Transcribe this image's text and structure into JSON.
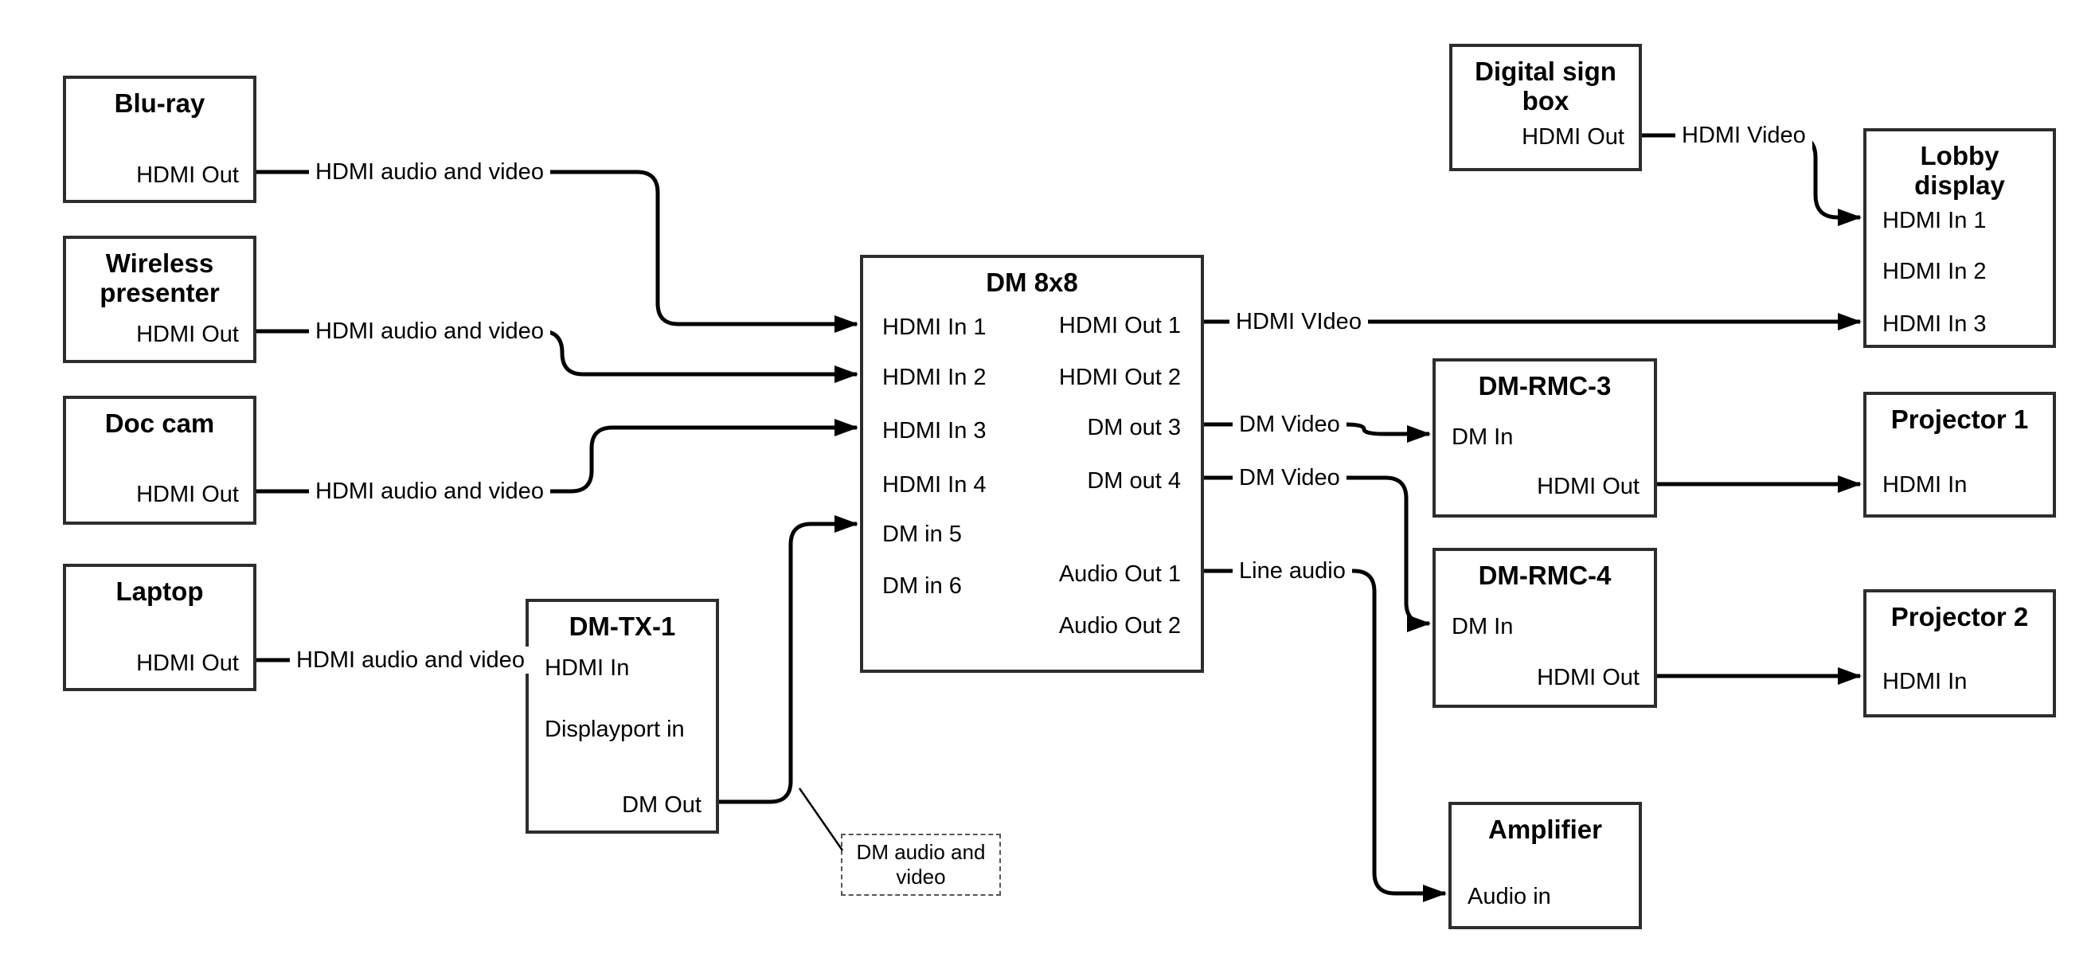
{
  "colors": {
    "box_border": "#2d2d2d",
    "wire": "#000000",
    "background": "#ffffff",
    "text": "#000000"
  },
  "boxes": {
    "bluray": {
      "title": "Blu-ray",
      "hdmi_out": "HDMI Out"
    },
    "wireless": {
      "title": "Wireless presenter",
      "hdmi_out": "HDMI Out"
    },
    "doccam": {
      "title": "Doc cam",
      "hdmi_out": "HDMI Out"
    },
    "laptop": {
      "title": "Laptop",
      "hdmi_out": "HDMI Out"
    },
    "dmtx1": {
      "title": "DM-TX-1",
      "hdmi_in": "HDMI In",
      "displayport_in": "Displayport in",
      "dm_out": "DM Out"
    },
    "dm8x8": {
      "title": "DM 8x8",
      "inputs": [
        "HDMI In 1",
        "HDMI In 2",
        "HDMI In 3",
        "HDMI In 4",
        "DM in 5",
        "DM in 6"
      ],
      "outputs": [
        "HDMI Out 1",
        "HDMI Out 2",
        "DM out 3",
        "DM out 4",
        "Audio Out 1",
        "Audio Out 2"
      ]
    },
    "digital_sign": {
      "title": "Digital sign box",
      "hdmi_out": "HDMI Out"
    },
    "lobby": {
      "title": "Lobby display",
      "inputs": [
        "HDMI In 1",
        "HDMI In 2",
        "HDMI In 3"
      ]
    },
    "dmrmc3": {
      "title": "DM-RMC-3",
      "dm_in": "DM In",
      "hdmi_out": "HDMI Out"
    },
    "proj1": {
      "title": "Projector 1",
      "hdmi_in": "HDMI In"
    },
    "dmrmc4": {
      "title": "DM-RMC-4",
      "dm_in": "DM In",
      "hdmi_out": "HDMI Out"
    },
    "proj2": {
      "title": "Projector 2",
      "hdmi_in": "HDMI In"
    },
    "amplifier": {
      "title": "Amplifier",
      "audio_in": "Audio in"
    },
    "note": {
      "text": "DM audio and video"
    }
  },
  "wire_labels": {
    "hdmi_av": "HDMI audio and video",
    "hdmi_video": "HDMI Video",
    "hdmi_video_typo": "HDMI VIdeo",
    "dm_video": "DM Video",
    "line_audio": "Line audio"
  }
}
